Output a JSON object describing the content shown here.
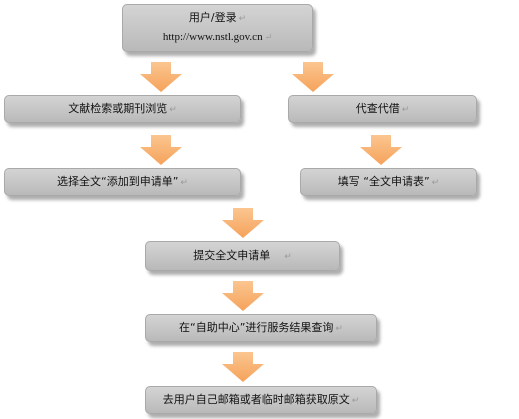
{
  "colors": {
    "box": "#c4c4c4",
    "box_border": "#a9a9a9",
    "arrow": "#f5a25a",
    "arrow_light": "#fbc690",
    "text": "#111111"
  },
  "return_mark": "↵",
  "nodes": {
    "login": {
      "title": "用户/登录",
      "url": "http://www.nstl.gov.cn"
    },
    "search": "文献检索或期刊浏览",
    "proxy": "代查代借",
    "select": "选择全文“添加到申请单”",
    "fill": "填写 “全文申请表”",
    "submit": "提交全文申请单",
    "query": "在“自助中心”进行服务结果查询",
    "obtain": "去用户自己邮箱或者临时邮箱获取原文"
  }
}
